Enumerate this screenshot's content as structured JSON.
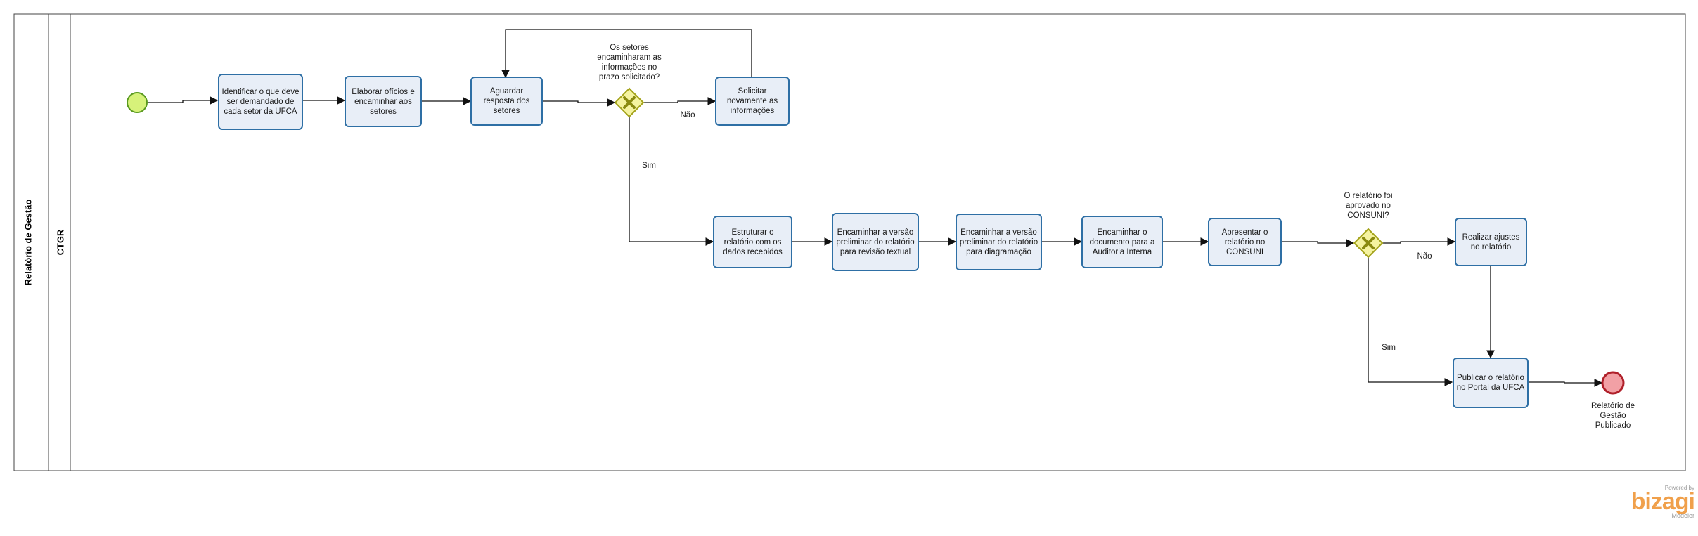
{
  "pool": {
    "title": "Relatório de Gestão"
  },
  "lane": {
    "title": "CTGR"
  },
  "tasks": [
    {
      "id": "t1",
      "label": "Identificar o que deve ser demandado de cada setor da UFCA"
    },
    {
      "id": "t2",
      "label": "Elaborar ofícios e encaminhar aos setores"
    },
    {
      "id": "t3",
      "label": "Aguardar resposta dos setores"
    },
    {
      "id": "t4",
      "label": "Solicitar novamente as informações"
    },
    {
      "id": "t5",
      "label": "Estruturar o relatório com os dados recebidos"
    },
    {
      "id": "t6",
      "label": "Encaminhar a versão preliminar do relatório para revisão textual"
    },
    {
      "id": "t7",
      "label": "Encaminhar a versão preliminar do relatório para diagramação"
    },
    {
      "id": "t8",
      "label": "Encaminhar o documento para a Auditoria Interna"
    },
    {
      "id": "t9",
      "label": "Apresentar o relatório no CONSUNI"
    },
    {
      "id": "t10",
      "label": "Realizar ajustes no relatório"
    },
    {
      "id": "t11",
      "label": "Publicar o relatório no Portal da UFCA"
    }
  ],
  "gateways": [
    {
      "id": "g1",
      "question": "Os setores encaminharam as informações no prazo solicitado?",
      "no_label": "Não",
      "yes_label": "Sim"
    },
    {
      "id": "g2",
      "question": "O relatório foi aprovado no CONSUNI?",
      "no_label": "Não",
      "yes_label": "Sim"
    }
  ],
  "end_event": {
    "label": "Relatório de Gestão Publicado"
  },
  "branding": {
    "powered_by": "Powered by",
    "logo": "bizagi",
    "product": "Modeler"
  },
  "colors": {
    "task_fill": "#e8eef7",
    "task_stroke": "#2e6fa5",
    "start_fill": "#d7f27a",
    "start_stroke": "#5a9a1f",
    "end_fill": "#f2a0a5",
    "end_stroke": "#b0202a",
    "gateway_fill": "#f5f3a0",
    "gateway_stroke": "#a3a21a",
    "gateway_mark": "#8a8a10",
    "logo": "#f0a04b"
  }
}
